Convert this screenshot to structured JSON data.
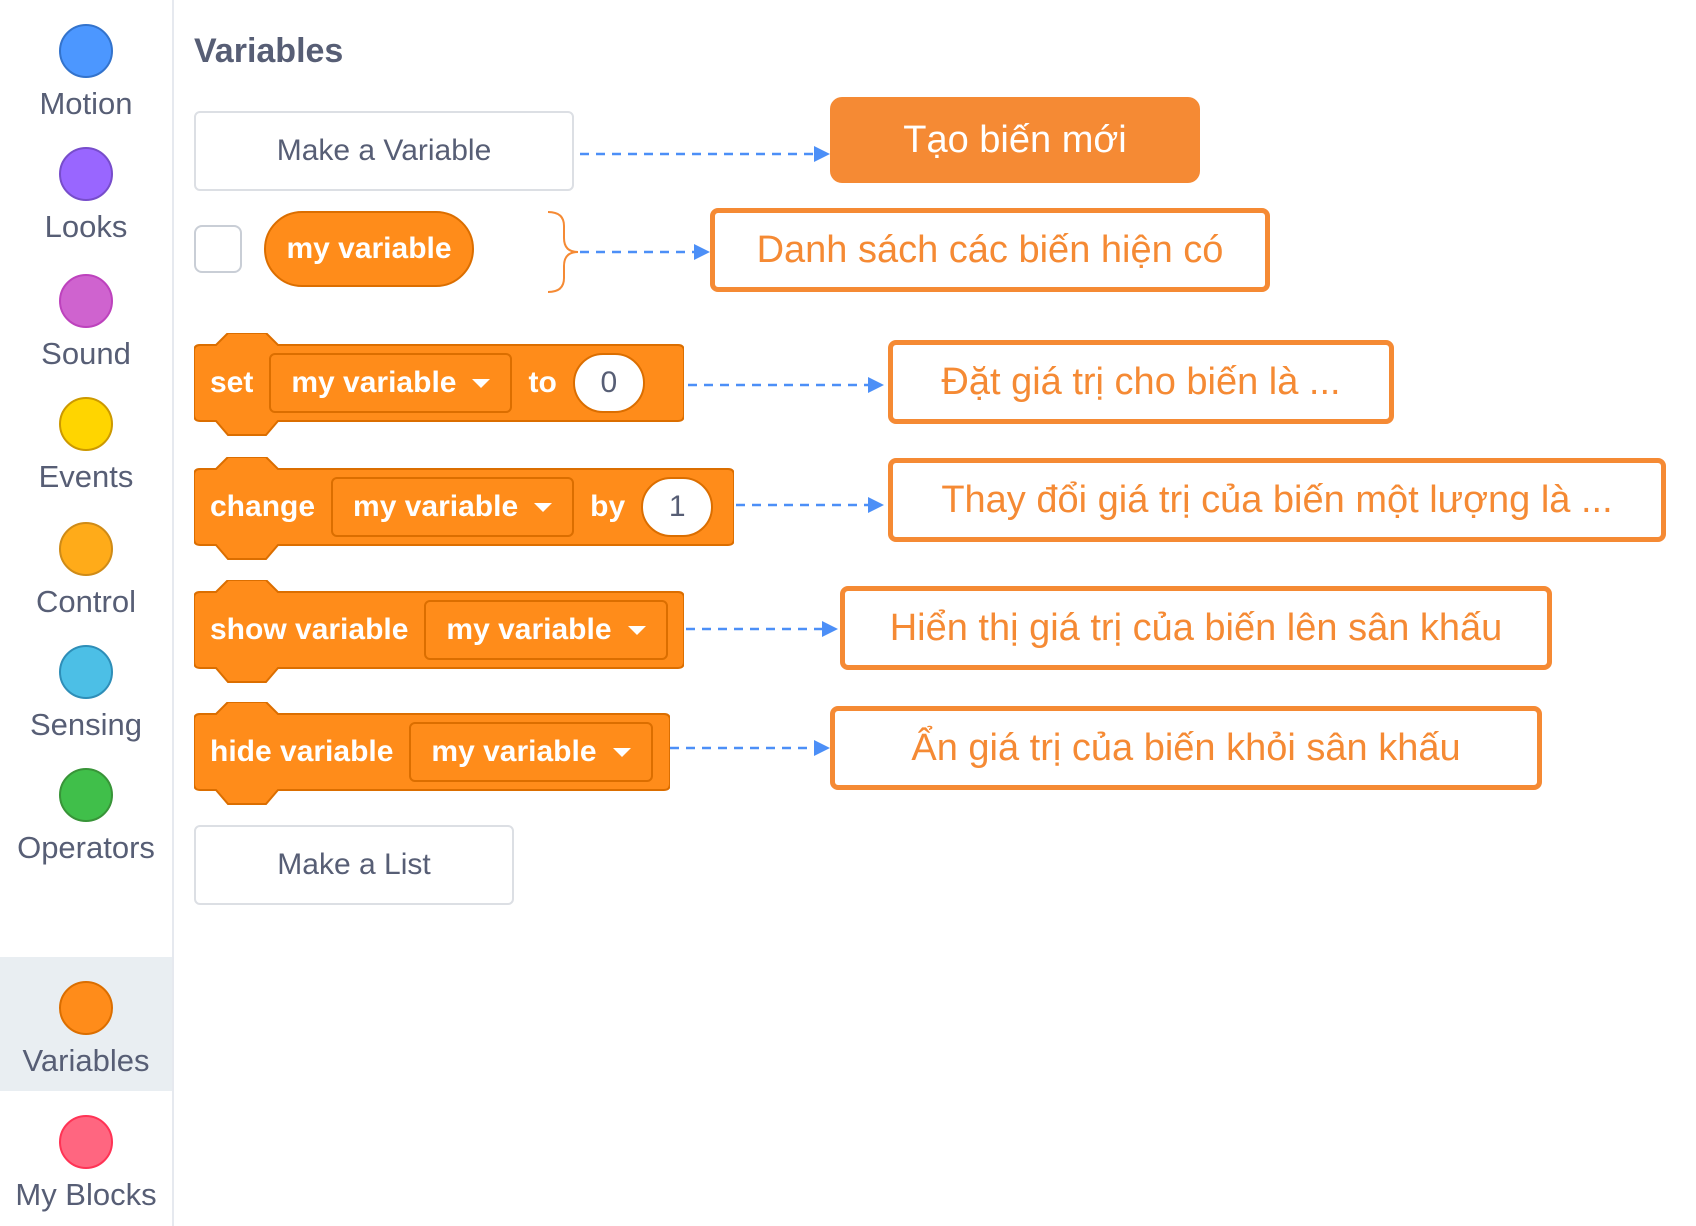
{
  "sidebar": {
    "categories": [
      {
        "label": "Motion",
        "color": "#4c97ff",
        "border": "#3373cc"
      },
      {
        "label": "Looks",
        "color": "#9966ff",
        "border": "#774dcb"
      },
      {
        "label": "Sound",
        "color": "#cf63cf",
        "border": "#bd42bd"
      },
      {
        "label": "Events",
        "color": "#ffd500",
        "border": "#cc9900"
      },
      {
        "label": "Control",
        "color": "#ffab19",
        "border": "#cf8b17"
      },
      {
        "label": "Sensing",
        "color": "#4cbfe6",
        "border": "#2e8eb8"
      },
      {
        "label": "Operators",
        "color": "#40bf4a",
        "border": "#389438"
      },
      {
        "label": "Variables",
        "color": "#ff8c1a",
        "border": "#db6e00",
        "selected": true
      },
      {
        "label": "My Blocks",
        "color": "#ff6680",
        "border": "#ff3355"
      }
    ]
  },
  "palette": {
    "title": "Variables",
    "make_variable_label": "Make a Variable",
    "variable_reporter": "my variable",
    "set_block": {
      "keyword": "set",
      "dropdown": "my variable",
      "to": "to",
      "value": "0"
    },
    "change_block": {
      "keyword": "change",
      "dropdown": "my variable",
      "by": "by",
      "value": "1"
    },
    "show_block": {
      "keyword": "show variable",
      "dropdown": "my variable"
    },
    "hide_block": {
      "keyword": "hide variable",
      "dropdown": "my variable"
    },
    "make_list_label": "Make a List"
  },
  "annotations": {
    "make_variable": "Tạo biến mới",
    "variable_list": "Danh sách các biến hiện có",
    "set": "Đặt giá trị cho biến là ...",
    "change": "Thay đổi giá trị của biến một lượng là ...",
    "show": "Hiển thị giá trị của biến lên sân khấu",
    "hide": "Ẩn giá trị của biến khỏi sân khấu"
  },
  "colors": {
    "block": "#ff8c1a",
    "block_border": "#db6e00",
    "annotation": "#f58a34",
    "arrow": "#4c8ff7",
    "text_gray": "#575e75"
  }
}
